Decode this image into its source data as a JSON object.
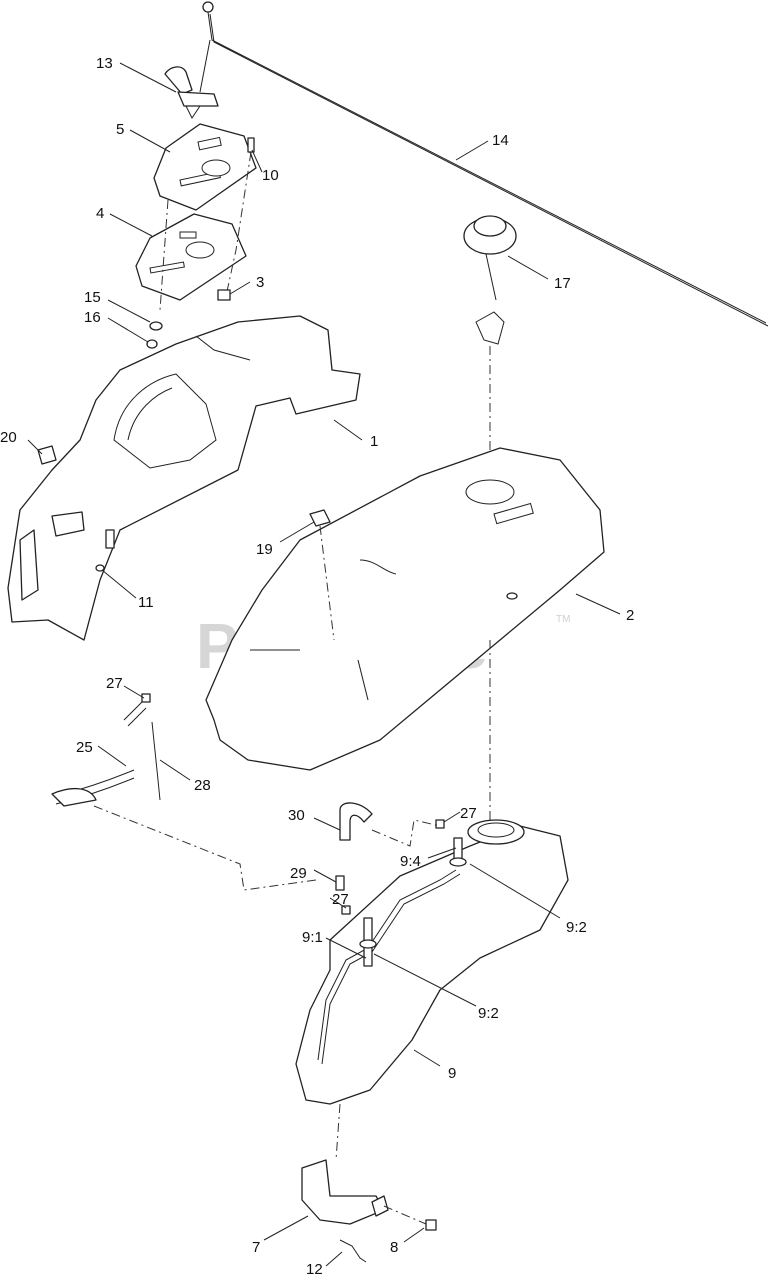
{
  "watermark": {
    "text": "PartsTree",
    "trademark": "TM"
  },
  "callouts": {
    "p1": "1",
    "p2": "2",
    "p3": "3",
    "p4": "4",
    "p5": "5",
    "p7": "7",
    "p8": "8",
    "p9": "9",
    "p9_1": "9:1",
    "p9_2a": "9:2",
    "p9_2b": "9:2",
    "p9_4": "9:4",
    "p10": "10",
    "p11": "11",
    "p12": "12",
    "p13": "13",
    "p14": "14",
    "p15": "15",
    "p16": "16",
    "p17": "17",
    "p19": "19",
    "p20": "20",
    "p25": "25",
    "p27a": "27",
    "p27b": "27",
    "p27c": "27",
    "p28": "28",
    "p29": "29",
    "p30": "30"
  }
}
